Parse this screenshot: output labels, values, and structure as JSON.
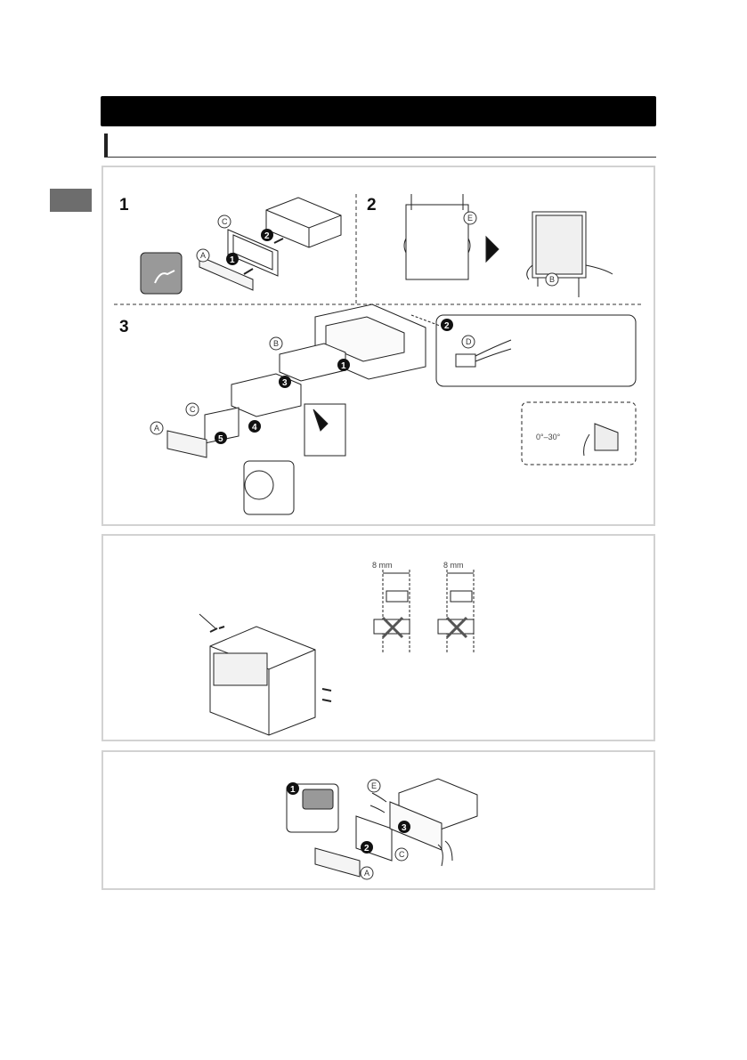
{
  "header": {
    "title": "",
    "subtitle": ""
  },
  "sidetab": {
    "label": ""
  },
  "panel1": {
    "step1": "1",
    "step2": "2",
    "step3": "3",
    "callouts": {
      "A": "A",
      "B": "B",
      "C": "C",
      "D": "D",
      "E": "E"
    },
    "numbers": {
      "n1": "1",
      "n2": "2",
      "n3": "3",
      "n4": "4",
      "n5": "5"
    },
    "angle": "0°–30°"
  },
  "panel2": {
    "dim1": "8 mm",
    "dim2": "8 mm"
  },
  "panel3": {
    "callouts": {
      "A": "A",
      "C": "C",
      "E": "E"
    },
    "numbers": {
      "n1": "1",
      "n2": "2",
      "n3": "3"
    }
  },
  "colors": {
    "bar": "#000000",
    "tab": "#6d6d6d",
    "panel_border": "#d2d2d2"
  }
}
